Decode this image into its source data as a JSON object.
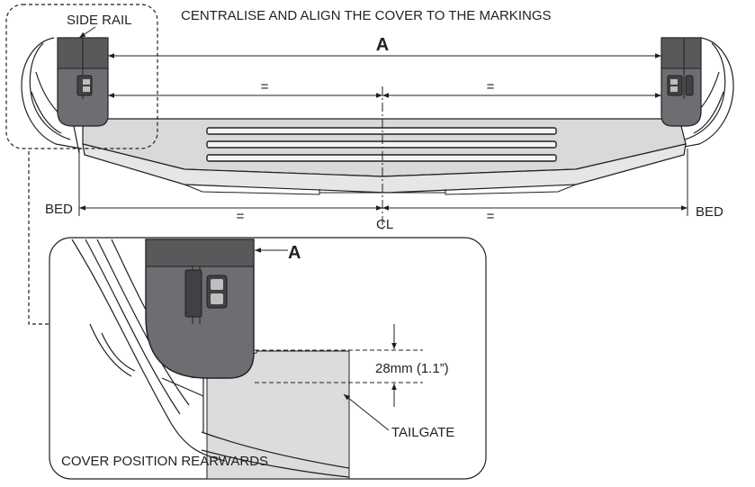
{
  "diagram": {
    "instruction": "CENTRALISE AND ALIGN THE COVER TO THE MARKINGS",
    "side_rail_label": "SIDE RAIL",
    "dimension_a": "A",
    "equal_mark": "=",
    "centerline_mark": "CL",
    "bed_left": "BED",
    "bed_right": "BED",
    "detail": {
      "dimension_a": "A",
      "gap_measurement": "28mm (1.1”)",
      "tailgate_label": "TAILGATE",
      "caption": "COVER POSITION REARWARDS"
    }
  },
  "colors": {
    "ink": "#231f20",
    "rail_fill": "#6d6e71",
    "rail_dark": "#414042",
    "cover_fill": "#d9d9d9",
    "tailgate_fill": "#dcdcdc"
  }
}
